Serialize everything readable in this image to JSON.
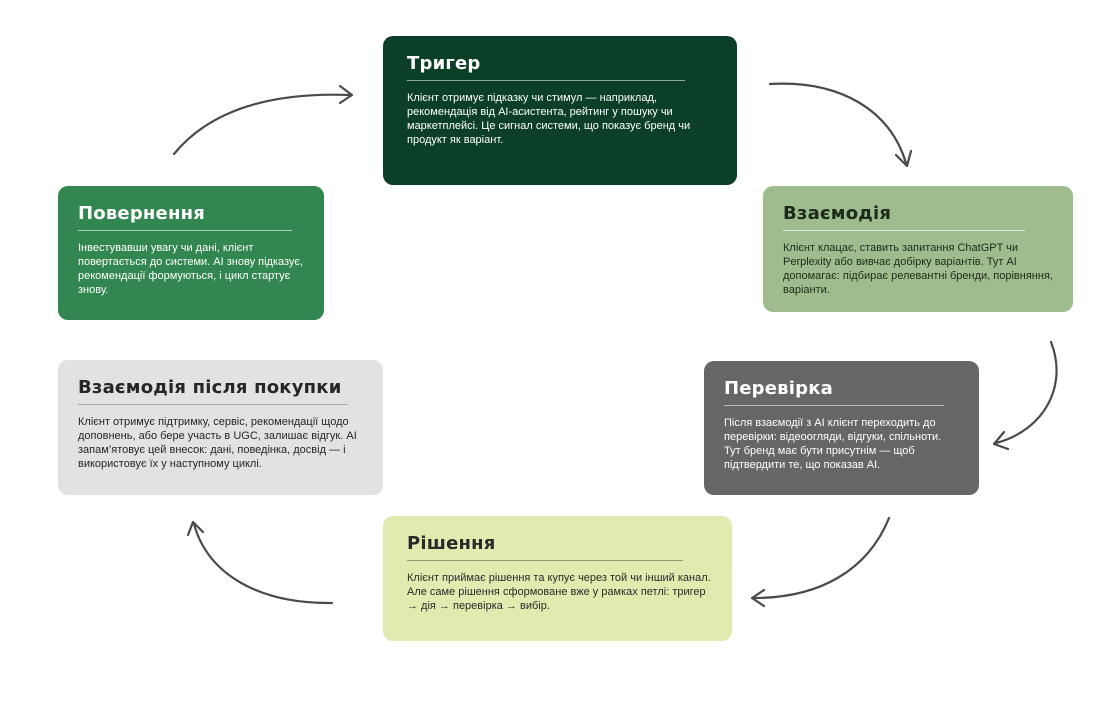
{
  "colors": {
    "trigger": "#0b3f27",
    "interaction": "#9fbc8f",
    "check": "#666666",
    "decision": "#e3eab0",
    "post_purchase": "#e2e2e2",
    "return": "#32864f",
    "arrow": "#4a4a4a"
  },
  "cards": {
    "trigger": {
      "title": "Тригер",
      "text": "Клієнт отримує підказку чи стимул — наприклад, рекомендація від AI-асистента, рейтинг у пошуку чи маркетплейсі. Це сигнал системи, що показує бренд чи продукт як варіант."
    },
    "interaction": {
      "title": "Взаємодія",
      "text": "Клієнт клацає, ставить запитання ChatGPT чи Perplexity або вивчає добірку варіантів. Тут AI допомагає: підбирає релевантні бренди, порівняння, варіанти."
    },
    "check": {
      "title": "Перевірка",
      "text": "Після взаємодії з AI клієнт переходить до перевірки: відеоогляди, відгуки, спільноти. Тут бренд має бути присутнім — щоб підтвердити те, що показав AI."
    },
    "decision": {
      "title": "Рішення",
      "text": "Клієнт приймає рішення та купує через той чи інший канал. Але саме рішення сформоване вже у рамках петлі: тригер → дія → перевірка → вибір."
    },
    "post_purchase": {
      "title": "Взаємодія після покупки",
      "text": "Клієнт отримує підтримку, сервіс, рекомендації щодо доповнень, або бере участь в UGC, залишає відгук. AI запам’ятовує цей внесок: дані, поведінка, досвід — і використовує їх у наступному циклі."
    },
    "return": {
      "title": "Повернення",
      "text": "Інвестувавши увагу чи дані, клієнт повертається до системи. AI знову підказує, рекомендації формуються, і цикл стартує знову."
    }
  }
}
